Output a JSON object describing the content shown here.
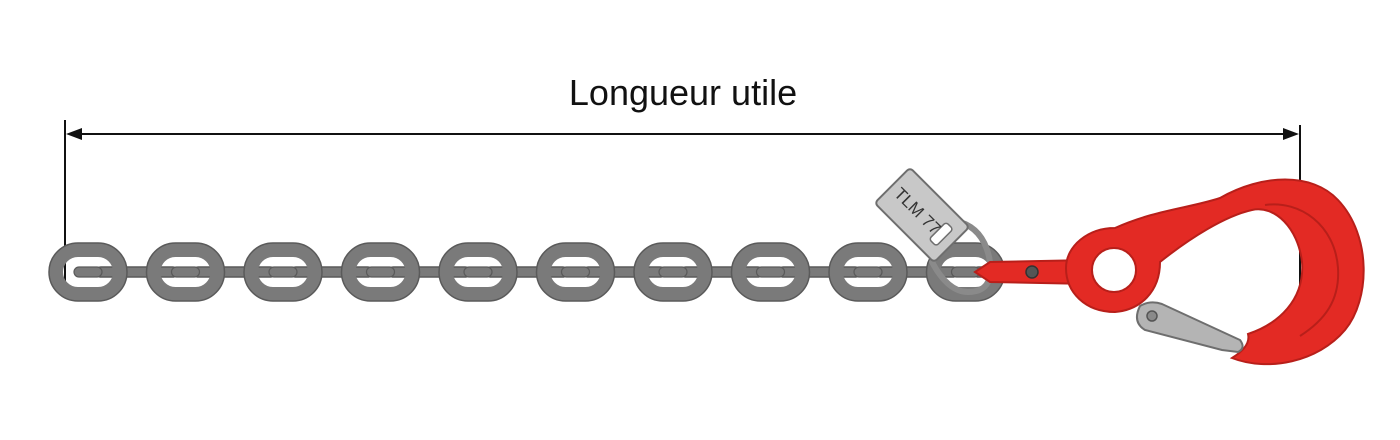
{
  "dimension": {
    "label": "Longueur utile"
  },
  "tag": {
    "label": "TLM 77"
  },
  "chain": {
    "link_count": 10
  },
  "colors": {
    "chain": "#7a7a7a",
    "chain_outline": "#5a5a5a",
    "hook": "#e32a24",
    "hook_outline": "#b81f1a",
    "tag_fill": "#c8c8c8",
    "tag_outline": "#6e6e6e",
    "latch": "#b4b4b4",
    "dimension_line": "#111111"
  },
  "icons": {
    "hook": "eye-hook-icon",
    "tag": "id-tag-icon",
    "latch": "safety-latch-icon"
  }
}
